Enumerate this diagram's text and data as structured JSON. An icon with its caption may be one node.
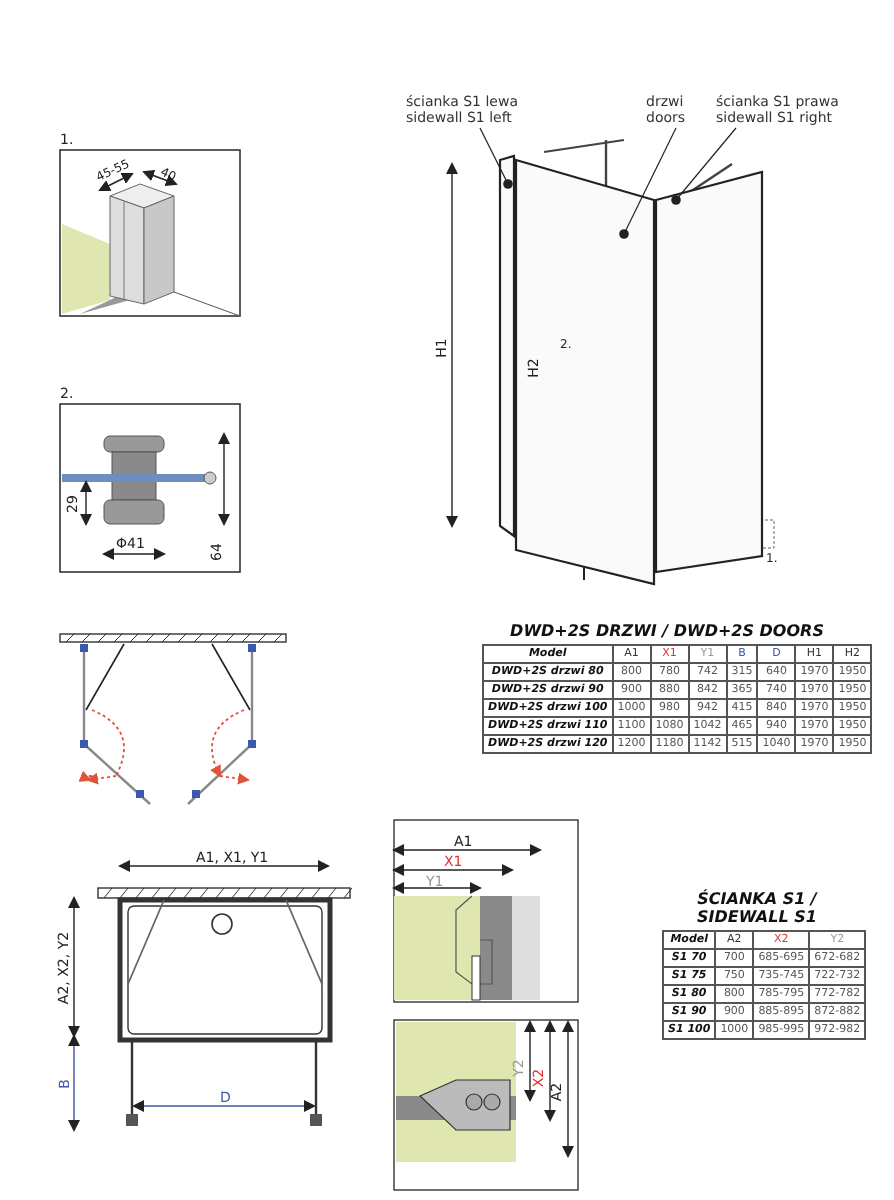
{
  "diagram": {
    "nodes": [
      {
        "text": [
          "ścianka S1 lewa",
          "sidewall S1 left"
        ]
      },
      {
        "text": [
          "drzwi",
          "doors"
        ]
      },
      {
        "text": [
          "ścianka S1 prawa",
          "sidewall S1 right"
        ]
      },
      {
        "text": [],
        "shape": "box"
      },
      {
        "text": [],
        "shape": "box"
      },
      {
        "text": [],
        "shape": "box"
      }
    ],
    "edges": [
      {
        "from": 0,
        "to": 3,
        "arrow": "other"
      },
      {
        "from": 1,
        "to": 4,
        "arrow": "other"
      },
      {
        "from": 2,
        "to": 5,
        "arrow": "other"
      }
    ],
    "labels": [
      "1.",
      "45-55",
      "40",
      "2.",
      "29",
      "64",
      "Φ41",
      "H1",
      "H2",
      "2.",
      "1.",
      "DWD+2S DRZWI / DWD+2S DOORS",
      "Model",
      "A1",
      "X1",
      "Y1",
      "B",
      "D",
      "H1",
      "H2",
      "DWD+2S drzwi 80",
      "800",
      "780",
      "742",
      "315",
      "640",
      "1970",
      "1950",
      "DWD+2S drzwi 90",
      "900",
      "880",
      "842",
      "365",
      "740",
      "1970",
      "1950",
      "DWD+2S drzwi 100",
      "1000",
      "980",
      "942",
      "415",
      "840",
      "1970",
      "1950",
      "DWD+2S drzwi 110",
      "1100",
      "1080",
      "1042",
      "465",
      "940",
      "1970",
      "1950",
      "DWD+2S drzwi 120",
      "1200",
      "1180",
      "1142",
      "515",
      "1040",
      "1970",
      "1950",
      "A1, X1, Y1",
      "A2, X2, Y2",
      "B",
      "D",
      "A1",
      "X1",
      "Y1",
      "Y2",
      "X2",
      "A2",
      "ŚCIANKA S1 / SIDEWALL S1",
      "Model",
      "A2",
      "X2",
      "Y2",
      "S1 70",
      "700",
      "685-695",
      "672-682",
      "S1 75",
      "750",
      "735-745",
      "722-732",
      "S1 80",
      "800",
      "785-795",
      "772-782",
      "S1 90",
      "900",
      "885-895",
      "872-882",
      "S1 100",
      "1000",
      "985-995",
      "972-982"
    ]
  }
}
